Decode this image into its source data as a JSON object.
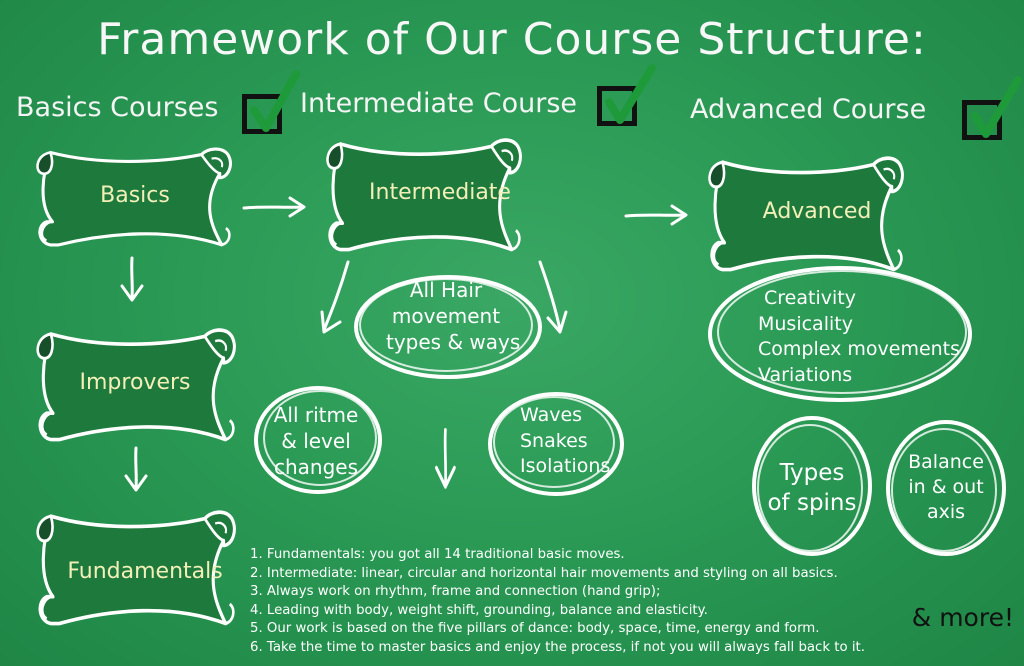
{
  "title": "Framework of Our Course Structure:",
  "headers": {
    "basics": "Basics Courses",
    "intermediate": "Intermediate Course",
    "advanced": "Advanced Course"
  },
  "scrolls": {
    "basics": "Basics",
    "improvers": "Improvers",
    "fundamentals": "Fundamentals",
    "intermediate": "Intermediate",
    "advanced": "Advanced"
  },
  "intermediate_topics": {
    "hair": [
      "All Hair",
      "movement",
      "types & ways"
    ],
    "ritme": [
      "All ritme",
      "& level",
      "changes"
    ],
    "waves": [
      "Waves",
      "Snakes",
      "Isolations"
    ]
  },
  "advanced_topics": {
    "main": [
      "Creativity",
      "Musicality",
      "Complex movements",
      "Variations"
    ],
    "spins": [
      "Types",
      "of spins"
    ],
    "balance": [
      "Balance",
      "in & out",
      "axis"
    ]
  },
  "notes": [
    "1. Fundamentals: you got all 14 traditional basic moves.",
    "2. Intermediate: linear, circular and horizontal hair movements and styling on all basics.",
    "3. Always work on rhythm, frame and connection (hand grip);",
    "4. Leading with body, weight shift, grounding, balance and elasticity.",
    "5. Our work is based on the five pillars of dance: body, space, time, energy and form.",
    "6. Take the time to master basics and enjoy the process,  if not you will always fall back to it."
  ],
  "more": "& more!",
  "colors": {
    "board": "#2a9a55",
    "chalk": "#ffffff",
    "scroll_fill": "#1e7a3c",
    "scroll_label": "#f3efb8",
    "checkmark": "#1f9a3a"
  }
}
